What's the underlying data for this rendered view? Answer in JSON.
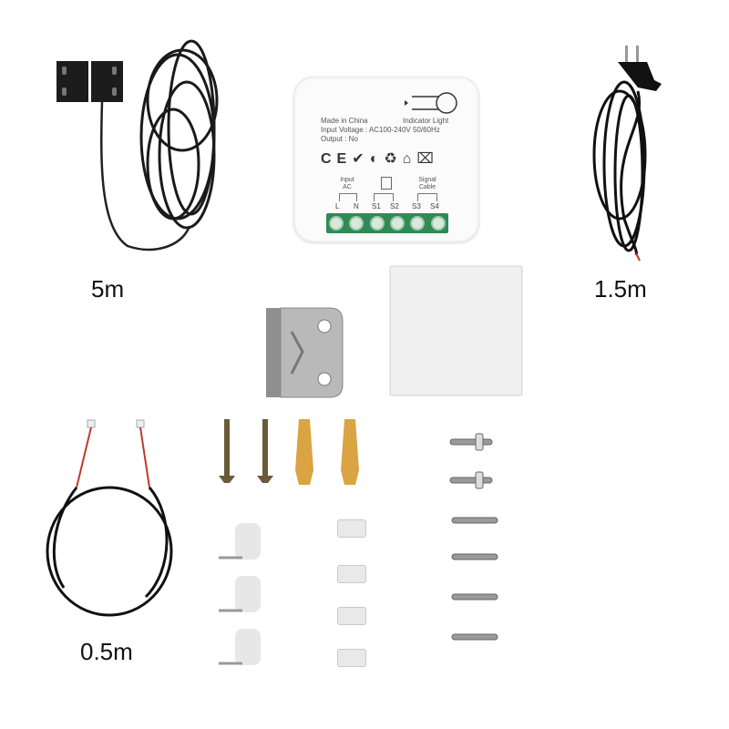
{
  "items": {
    "door_sensor": {
      "name": "Magnetic door sensor with cable",
      "length_label": "5m"
    },
    "power_cable": {
      "name": "EU plug power cable",
      "length_label": "1.5m"
    },
    "signal_cable": {
      "name": "Two-wire signal cable",
      "length_label": "0.5m"
    },
    "module": {
      "name": "Smart switch module",
      "made_in": "Made in China",
      "indicator": "Indicator Light",
      "input_voltage": "Input Voltage : AC100-240V 50/60Hz",
      "output": "Output :  No",
      "cert_marks": [
        "CE",
        "RoHS",
        "Green Dot",
        "Recycle",
        "Indoor use",
        "WEEE"
      ],
      "groups": [
        {
          "label": "Input\nAC",
          "terminals": [
            "L",
            "N"
          ]
        },
        {
          "label": "",
          "terminals": [
            "S1",
            "S2"
          ]
        },
        {
          "label": "Signal\nCable",
          "terminals": [
            "S3",
            "S4"
          ]
        }
      ],
      "terminal_color": "#2f8a55"
    },
    "bracket": {
      "name": "Metal mounting bracket"
    },
    "adhesive_pad": {
      "name": "Adhesive sticker pad"
    },
    "hardware": {
      "wood_screws": 2,
      "wall_anchors": 2,
      "anchor_color": "#d9a441",
      "bolts_with_nuts": 2,
      "self_tapping_screws": 4,
      "cable_clips": 3,
      "rubber_pads": 4
    }
  }
}
